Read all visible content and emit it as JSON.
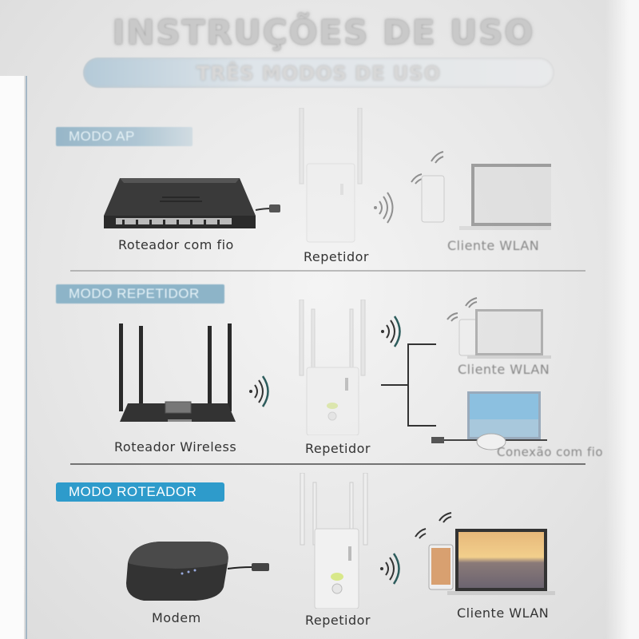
{
  "header": {
    "title": "INSTRUÇÕES DE USO",
    "subtitle": "TRÊS MODOS DE USO"
  },
  "colors": {
    "badge_active": "#2e9bcb",
    "badge_faded": "#8db4c8",
    "divider": "#555555",
    "left_rule": "#8fa8bb"
  },
  "modes": [
    {
      "badge": "MODO AP",
      "source_icon": "wired-router-icon",
      "source_label": "Roteador com fio",
      "repeater_label": "Repetidor",
      "connection": "wired",
      "client_icon": "laptop-phone-icon",
      "client_label": "Cliente WLAN"
    },
    {
      "badge": "MODO REPETIDOR",
      "source_icon": "wireless-router-icon",
      "source_label": "Roteador Wireless",
      "repeater_label": "Repetidor",
      "connection": "wireless",
      "clients": [
        {
          "icon": "laptop-icon",
          "label": "Cliente WLAN"
        },
        {
          "icon": "tv-dongle-icon",
          "label": "Conexão com fio"
        }
      ]
    },
    {
      "badge": "MODO ROTEADOR",
      "source_icon": "modem-icon",
      "source_label": "Modem",
      "repeater_label": "Repetidor",
      "connection": "wired",
      "client_icon": "laptop-phone-icon",
      "client_label": "Cliente WLAN"
    }
  ]
}
